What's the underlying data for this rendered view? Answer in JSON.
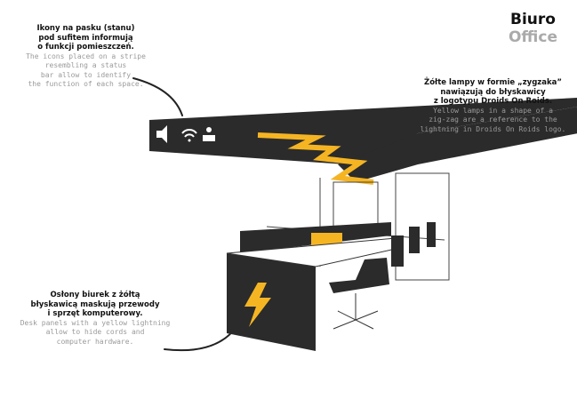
{
  "title": {
    "pl": "Biuro",
    "en": "Office"
  },
  "notes": {
    "icons": {
      "pl": [
        "Ikony na pasku (stanu)",
        "pod sufitem informują",
        "o funkcji pomieszczeń."
      ],
      "en": [
        "The icons placed on a stripe",
        "resembling a status",
        "bar allow to identify",
        "the function of each space."
      ]
    },
    "lamps": {
      "pl": [
        "Żółte lampy w formie „zygzaka”",
        "nawiązują do błyskawicy",
        "z logotypu Droids On Roids."
      ],
      "en": [
        "Yellow lamps in a shape of a",
        "zig-zag are a reference to the",
        "lightning in Droids On Roids logo."
      ]
    },
    "desks": {
      "pl": [
        "Osłony biurek z żółtą",
        "błyskawicą maskują przewody",
        "i sprzęt komputerowy."
      ],
      "en": [
        "Desk panels with a yellow lightning",
        "allow to hide cords and",
        "computer hardware."
      ]
    }
  },
  "colors": {
    "accent": "#f5b523",
    "dark": "#2b2b2b"
  }
}
